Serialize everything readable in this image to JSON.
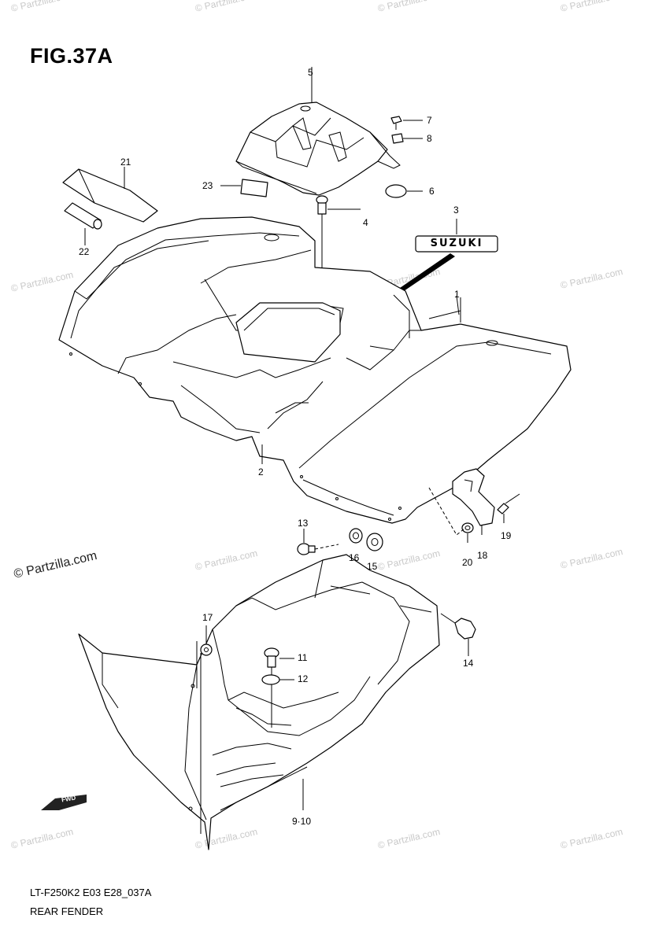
{
  "figure": {
    "title": "FIG.37A",
    "code": "LT-F250K2 E03 E28_037A",
    "name": "REAR FENDER"
  },
  "watermarks": {
    "small": "© Partzilla.com",
    "large": "© Partzilla.com"
  },
  "emblem_text": "SUZUKI",
  "front_arrow_text": "FWD",
  "callouts": {
    "c1": "1",
    "c2": "2",
    "c3": "3",
    "c4": "4",
    "c5": "5",
    "c6": "6",
    "c7": "7",
    "c8": "8",
    "c9_10": "9·10",
    "c11": "11",
    "c12": "12",
    "c13": "13",
    "c14": "14",
    "c15": "15",
    "c16": "16",
    "c17": "17",
    "c18": "18",
    "c19": "19",
    "c20": "20",
    "c21": "21",
    "c22": "22",
    "c23": "23"
  }
}
